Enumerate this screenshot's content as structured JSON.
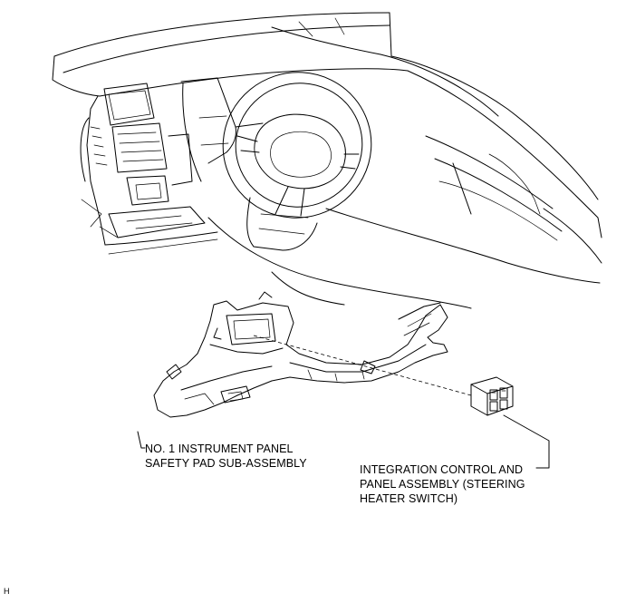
{
  "callouts": {
    "safety_pad": {
      "line1": "NO. 1 INSTRUMENT PANEL",
      "line2": "SAFETY PAD SUB-ASSEMBLY"
    },
    "switch": {
      "line1": "INTEGRATION CONTROL AND",
      "line2": "PANEL ASSEMBLY (STEERING",
      "line3": "HEATER SWITCH)"
    }
  },
  "figure_code": "H"
}
